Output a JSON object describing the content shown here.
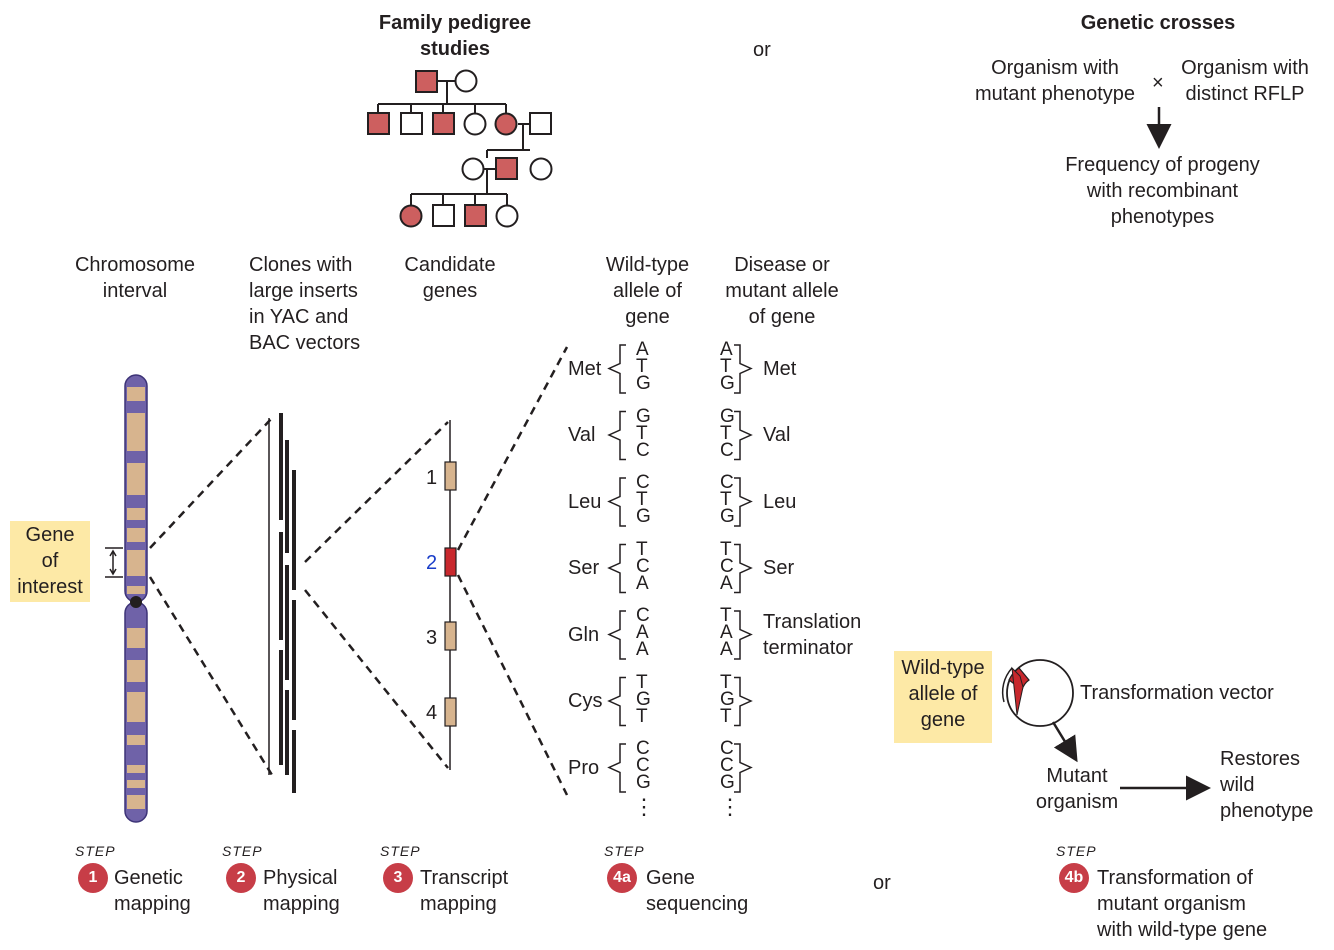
{
  "pedigree": {
    "title_line1": "Family pedigree",
    "title_line2": "studies"
  },
  "or_top": "or",
  "crosses": {
    "title": "Genetic crosses",
    "left_line1": "Organism with",
    "left_line2": "mutant phenotype",
    "times": "×",
    "right_line1": "Organism with",
    "right_line2": "distinct RFLP",
    "result_line1": "Frequency of progeny",
    "result_line2": "with recombinant",
    "result_line3": "phenotypes"
  },
  "columns": {
    "chromosome": [
      "Chromosome",
      "interval"
    ],
    "clones": [
      "Clones with",
      "large inserts",
      "in YAC and",
      "BAC vectors"
    ],
    "candidates": [
      "Candidate",
      "genes"
    ],
    "wildtype": [
      "Wild-type",
      "allele of",
      "gene"
    ],
    "mutant": [
      "Disease or",
      "mutant allele",
      "of gene"
    ]
  },
  "gene_of_interest": [
    "Gene",
    "of",
    "interest"
  ],
  "candidate_numbers": [
    "1",
    "2",
    "3",
    "4"
  ],
  "codons": [
    {
      "aa": "Met",
      "wt": [
        "A",
        "T",
        "G"
      ],
      "mut": [
        "A",
        "T",
        "G"
      ],
      "mut_label": [
        "Met"
      ]
    },
    {
      "aa": "Val",
      "wt": [
        "G",
        "T",
        "C"
      ],
      "mut": [
        "G",
        "T",
        "C"
      ],
      "mut_label": [
        "Val"
      ]
    },
    {
      "aa": "Leu",
      "wt": [
        "C",
        "T",
        "G"
      ],
      "mut": [
        "C",
        "T",
        "G"
      ],
      "mut_label": [
        "Leu"
      ]
    },
    {
      "aa": "Ser",
      "wt": [
        "T",
        "C",
        "A"
      ],
      "mut": [
        "T",
        "C",
        "A"
      ],
      "mut_label": [
        "Ser"
      ]
    },
    {
      "aa": "Gln",
      "wt": [
        "C",
        "A",
        "A"
      ],
      "mut": [
        "T",
        "A",
        "A"
      ],
      "mut_label": [
        "Translation",
        "terminator"
      ]
    },
    {
      "aa": "Cys",
      "wt": [
        "T",
        "G",
        "T"
      ],
      "mut": [
        "T",
        "G",
        "T"
      ],
      "mut_label": []
    },
    {
      "aa": "Pro",
      "wt": [
        "C",
        "C",
        "G"
      ],
      "mut": [
        "C",
        "C",
        "G"
      ],
      "mut_label": []
    }
  ],
  "ellipsis": "⋮",
  "transformation": {
    "wt_label": [
      "Wild-type",
      "allele of",
      "gene"
    ],
    "vector": "Transformation vector",
    "mutant": [
      "Mutant",
      "organism"
    ],
    "restores": [
      "Restores",
      "wild",
      "phenotype"
    ]
  },
  "steps": [
    {
      "num": "1",
      "label": "STEP",
      "line1": "Genetic",
      "line2": "mapping"
    },
    {
      "num": "2",
      "label": "STEP",
      "line1": "Physical",
      "line2": "mapping"
    },
    {
      "num": "3",
      "label": "STEP",
      "line1": "Transcript",
      "line2": "mapping"
    },
    {
      "num": "4a",
      "label": "STEP",
      "line1": "Gene",
      "line2": "sequencing"
    },
    {
      "num": "4b",
      "label": "STEP",
      "line1": "Transformation of",
      "line2": "mutant organism",
      "line3": "with wild-type gene"
    }
  ],
  "or_bottom": "or",
  "colors": {
    "affected": "#cd5f5f",
    "chromosome": "#6f62a8",
    "band": "#d7b48e",
    "candidate_gene": "#d7b48e",
    "gene_red": "#c8282d",
    "highlight": "#fde9a6",
    "step_circle": "#c73d47",
    "blue_number": "#1a3ec9"
  }
}
